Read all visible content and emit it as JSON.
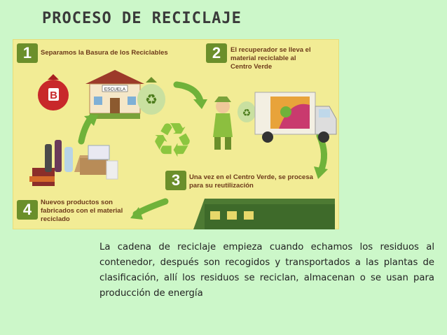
{
  "title": "PROCESO DE RECICLAJE",
  "infographic": {
    "steps": [
      {
        "number": "1",
        "text": "Separamos la Basura de los Reciclables"
      },
      {
        "number": "2",
        "text": "El recuperador se lleva el material reciclable al Centro Verde"
      },
      {
        "number": "3",
        "text": "Una vez en el Centro Verde, se procesa para su reutilización"
      },
      {
        "number": "4",
        "text": "Nuevos productos son fabricados con el material reciclado"
      }
    ],
    "bag_letter": "B",
    "school_sign": "ESCUELA",
    "colors": {
      "panel": "#f2ec95",
      "accent_green": "#6b8f2b",
      "step_text": "#6d3a1a",
      "bag_red": "#c8282a"
    }
  },
  "caption": "La cadena de reciclaje empieza cuando echamos los residuos al contenedor, después son recogidos y transportados a las plantas de clasificación, allí los residuos se reciclan, almacenan o se usan para producción de energía",
  "background": "#ccf7c9"
}
